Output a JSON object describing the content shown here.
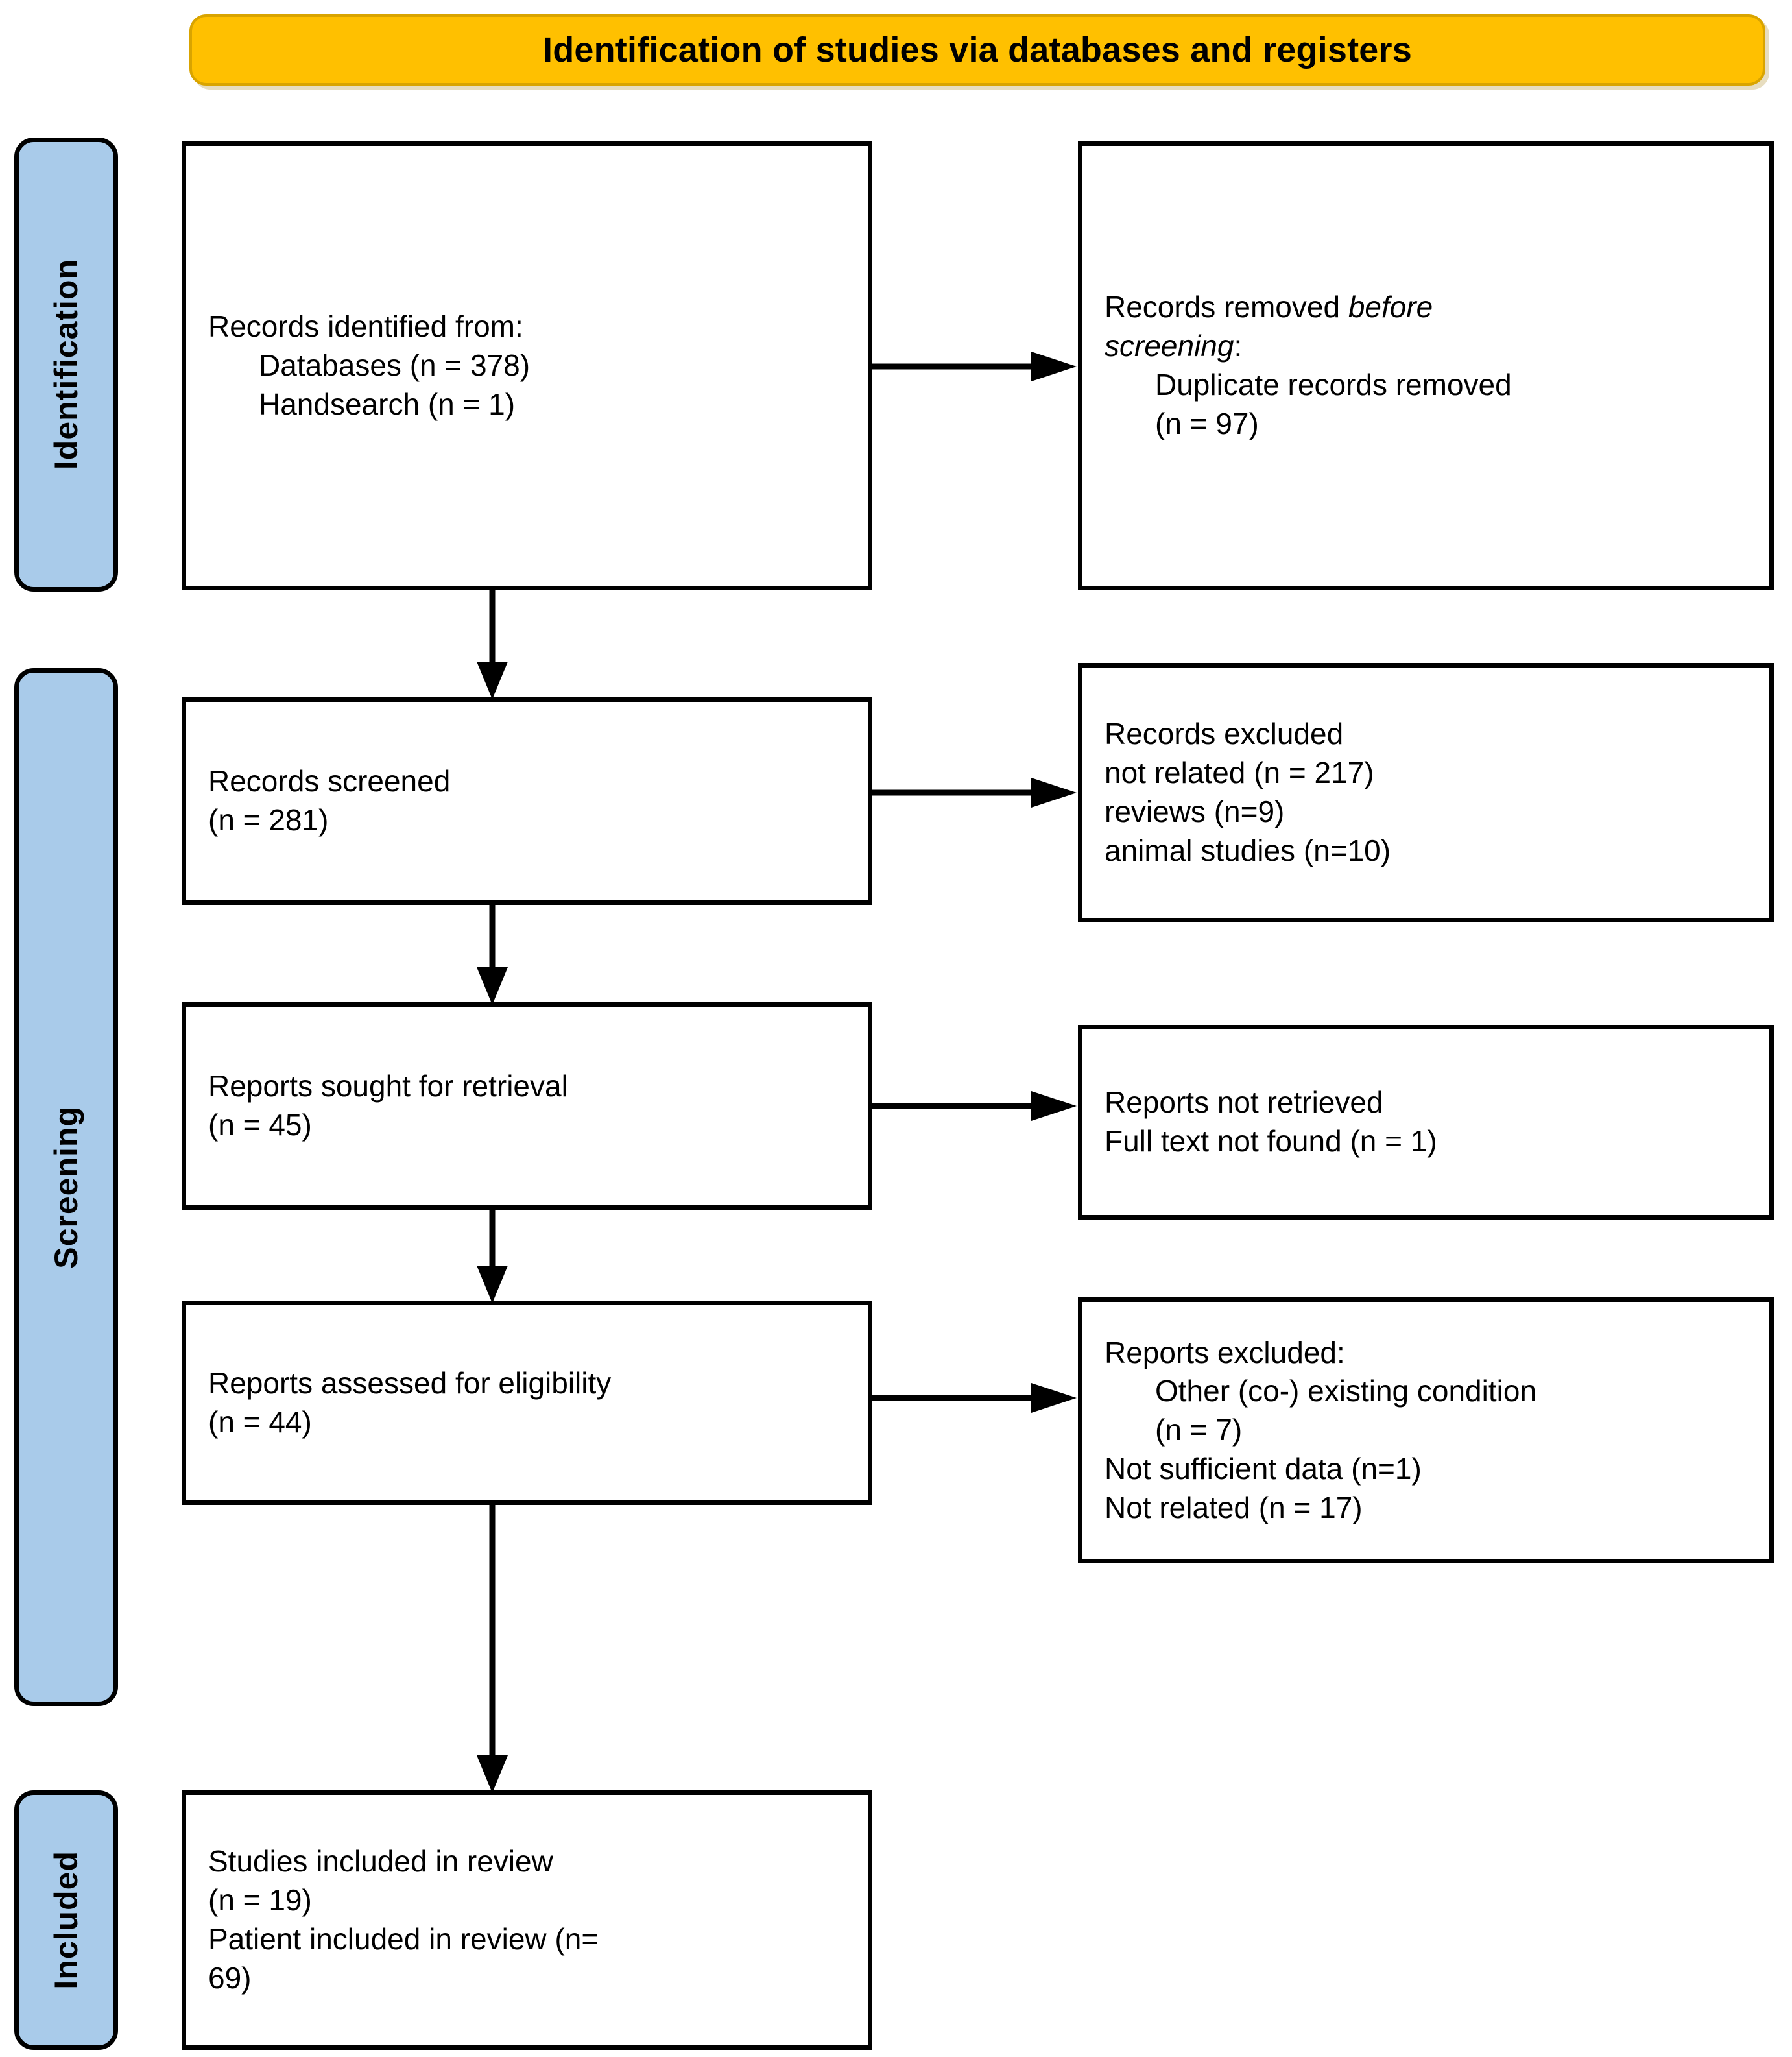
{
  "banner": {
    "title": "Identification of studies via databases and registers"
  },
  "colors": {
    "banner_fill": "#FFC000",
    "stage_label_fill": "#A9CBEA",
    "box_border": "#000000",
    "box_fill": "#FFFFFF",
    "connector": "#000000"
  },
  "stage_labels": {
    "identification": "Identification",
    "screening": "Screening",
    "included": "Included"
  },
  "boxes": {
    "identified": {
      "line1": "Records identified from:",
      "line2": "Databases (n = 378)",
      "line3": "Handsearch (n = 1)"
    },
    "removed_before_screening": {
      "line1_pre": "Records removed ",
      "line1_italic": "before",
      "line2_italic": "screening",
      "line2_post": ":",
      "line3": "Duplicate records removed",
      "line4": "(n = 97)"
    },
    "records_screened": {
      "line1": "Records screened",
      "line2": "(n = 281)"
    },
    "records_excluded": {
      "line1": "Records excluded",
      "line2": "not related (n = 217)",
      "line3": "reviews (n=9)",
      "line4": "animal studies (n=10)"
    },
    "reports_sought": {
      "line1": "Reports sought for retrieval",
      "line2": "(n = 45)"
    },
    "reports_not_retrieved": {
      "line1": "Reports not retrieved",
      "line2": "Full text not found (n = 1)"
    },
    "reports_assessed": {
      "line1": "Reports assessed for eligibility",
      "line2": "(n = 44)"
    },
    "reports_excluded": {
      "line1": "Reports excluded:",
      "line2": "Other (co-) existing condition",
      "line3": "(n = 7)",
      "line4": "Not sufficient data (n=1)",
      "line5": "Not related (n = 17)"
    },
    "studies_included": {
      "line1": "Studies included in review",
      "line2": "(n = 19)",
      "line3": "Patient included in review (n=",
      "line4": "69)"
    }
  },
  "flow": {
    "type": "prisma-flow-diagram",
    "nodes": [
      {
        "id": "identified",
        "column": "left",
        "stage": "Identification",
        "n_databases": 378,
        "n_handsearch": 1
      },
      {
        "id": "removed_before_screening",
        "column": "right",
        "stage": "Identification",
        "n_duplicates_removed": 97
      },
      {
        "id": "records_screened",
        "column": "left",
        "stage": "Screening",
        "n": 281
      },
      {
        "id": "records_excluded",
        "column": "right",
        "stage": "Screening",
        "n_not_related": 217,
        "n_reviews": 9,
        "n_animal_studies": 10
      },
      {
        "id": "reports_sought",
        "column": "left",
        "stage": "Screening",
        "n": 45
      },
      {
        "id": "reports_not_retrieved",
        "column": "right",
        "stage": "Screening",
        "n_full_text_not_found": 1
      },
      {
        "id": "reports_assessed",
        "column": "left",
        "stage": "Screening",
        "n": 44
      },
      {
        "id": "reports_excluded",
        "column": "right",
        "stage": "Screening",
        "n_other_condition": 7,
        "n_not_sufficient_data": 1,
        "n_not_related": 17
      },
      {
        "id": "studies_included",
        "column": "left",
        "stage": "Included",
        "n_studies": 19,
        "n_patients": 69
      }
    ],
    "edges": [
      {
        "from": "identified",
        "to": "removed_before_screening",
        "direction": "right"
      },
      {
        "from": "identified",
        "to": "records_screened",
        "direction": "down"
      },
      {
        "from": "records_screened",
        "to": "records_excluded",
        "direction": "right"
      },
      {
        "from": "records_screened",
        "to": "reports_sought",
        "direction": "down"
      },
      {
        "from": "reports_sought",
        "to": "reports_not_retrieved",
        "direction": "right"
      },
      {
        "from": "reports_sought",
        "to": "reports_assessed",
        "direction": "down"
      },
      {
        "from": "reports_assessed",
        "to": "reports_excluded",
        "direction": "right"
      },
      {
        "from": "reports_assessed",
        "to": "studies_included",
        "direction": "down"
      }
    ]
  }
}
